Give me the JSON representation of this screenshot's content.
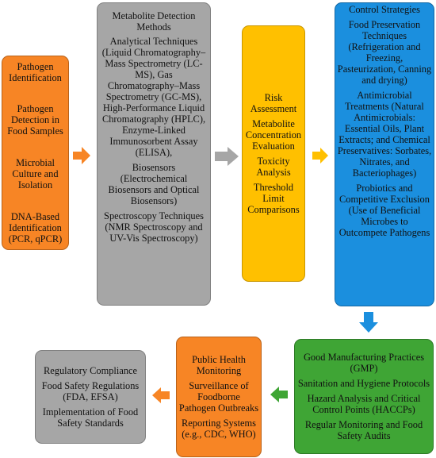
{
  "colors": {
    "orange": "#f78525",
    "gray": "#a6a6a6",
    "yellow": "#ffc000",
    "blue": "#1b8fde",
    "green": "#3fa535"
  },
  "pathogen": {
    "title": "Pathogen Identification",
    "items": [
      "Pathogen Detection in Food Samples",
      "Microbial Culture and Isolation",
      "DNA-Based Identification (PCR, qPCR)"
    ]
  },
  "detection": {
    "title": "Metabolite Detection Methods",
    "items": [
      "Analytical Techniques (Liquid Chromatography–Mass Spectrometry (LC-MS), Gas Chromatography–Mass Spectrometry (GC-MS), High-Performance Liquid Chromatography (HPLC), Enzyme-Linked Immunosorbent Assay (ELISA),",
      "Biosensors (Electrochemical Biosensors and Optical Biosensors)",
      "Spectroscopy Techniques (NMR Spectroscopy and UV-Vis Spectroscopy)"
    ]
  },
  "risk": {
    "title": "Risk Assessment",
    "items": [
      "Metabolite Concentration Evaluation",
      "Toxicity Analysis",
      "Threshold Limit Comparisons"
    ]
  },
  "control": {
    "title": "Control Strategies",
    "items": [
      "Food Preservation Techniques (Refrigeration and Freezing, Pasteurization, Canning and drying)",
      "Antimicrobial Treatments (Natural Antimicrobials: Essential Oils, Plant Extracts; and Chemical Preservatives: Sorbates, Nitrates, and Bacteriophages)",
      "Probiotics and Competitive Exclusion (Use of Beneficial Microbes to Outcompete Pathogens"
    ]
  },
  "gmp": {
    "items": [
      "Good Manufacturing Practices (GMP)",
      "Sanitation and Hygiene Protocols",
      "Hazard Analysis and Critical Control Points (HACCPs)",
      "Regular Monitoring and Food Safety Audits"
    ]
  },
  "public_health": {
    "title": "Public Health Monitoring",
    "items": [
      "Surveillance of Foodborne Pathogen Outbreaks",
      "Reporting Systems (e.g., CDC, WHO)"
    ]
  },
  "regulatory": {
    "title": "Regulatory Compliance",
    "items": [
      "Food Safety Regulations (FDA, EFSA)",
      "Implementation of Food Safety Standards"
    ]
  }
}
